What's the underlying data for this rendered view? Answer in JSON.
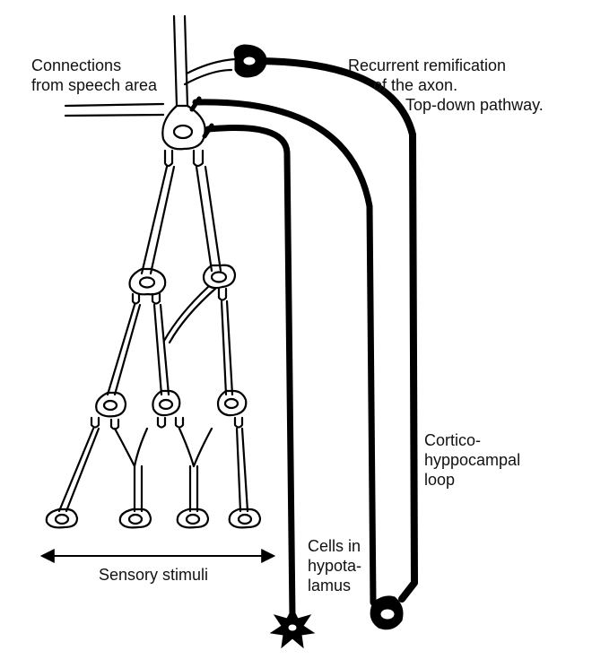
{
  "labels": {
    "speech": [
      "Connections",
      "from speech area"
    ],
    "recurrent": [
      "Recurrent remification",
      "of the axon.",
      "Top-down pathway."
    ],
    "hippocampal": [
      "Cortico-",
      "hyppocampal",
      "loop"
    ],
    "hypothalamus": [
      "Cells in",
      "hypota-",
      "lamus"
    ],
    "sensory": "Sensory stimuli"
  },
  "colors": {
    "ink": "#000000",
    "background": "#ffffff",
    "text": "#111111"
  }
}
